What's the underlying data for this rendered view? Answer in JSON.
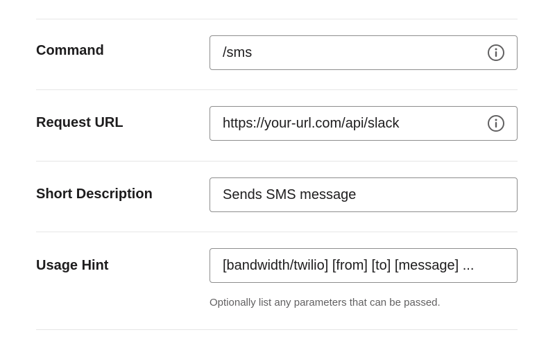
{
  "fields": [
    {
      "label": "Command",
      "value": "/sms",
      "has_info": true
    },
    {
      "label": "Request URL",
      "value": "https://your-url.com/api/slack",
      "has_info": true
    },
    {
      "label": "Short Description",
      "value": "Sends SMS message",
      "has_info": false
    },
    {
      "label": "Usage Hint",
      "value": "[bandwidth/twilio] [from] [to] [message] ...",
      "has_info": false,
      "hint": "Optionally list any parameters that can be passed."
    }
  ],
  "icons": {
    "info": "info-circle-icon"
  },
  "colors": {
    "text": "#1d1c1d",
    "border": "#8d8d8d",
    "divider": "#e6e6e6",
    "hint": "#616061",
    "icon": "#616061"
  }
}
